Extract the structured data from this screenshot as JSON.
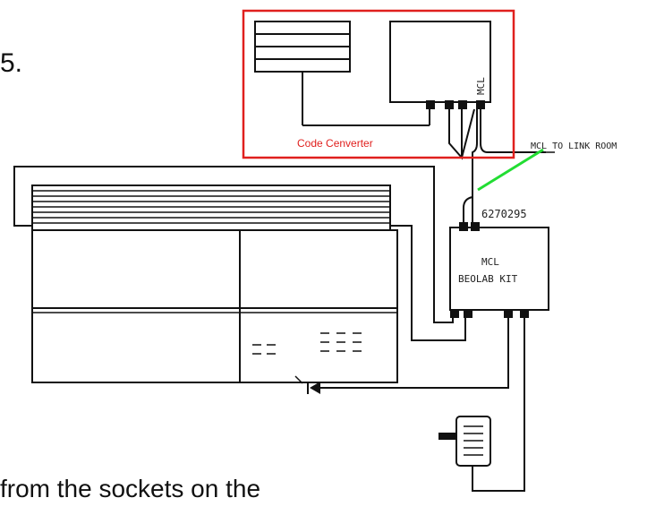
{
  "labels": {
    "page_number": "5.",
    "code_converter": "Code Cenverter",
    "mcl_vertical": "MCL",
    "mcl_to_link_room": "MCL  TO LINK ROOM",
    "part_number": "6270295",
    "kit_line1": "MCL",
    "kit_line2": "BEOLAB KIT",
    "bottom_text": "from the sockets on the"
  },
  "colors": {
    "ink": "#111111",
    "highlight_box": "#e0201e",
    "highlight_line": "#22dd33"
  }
}
